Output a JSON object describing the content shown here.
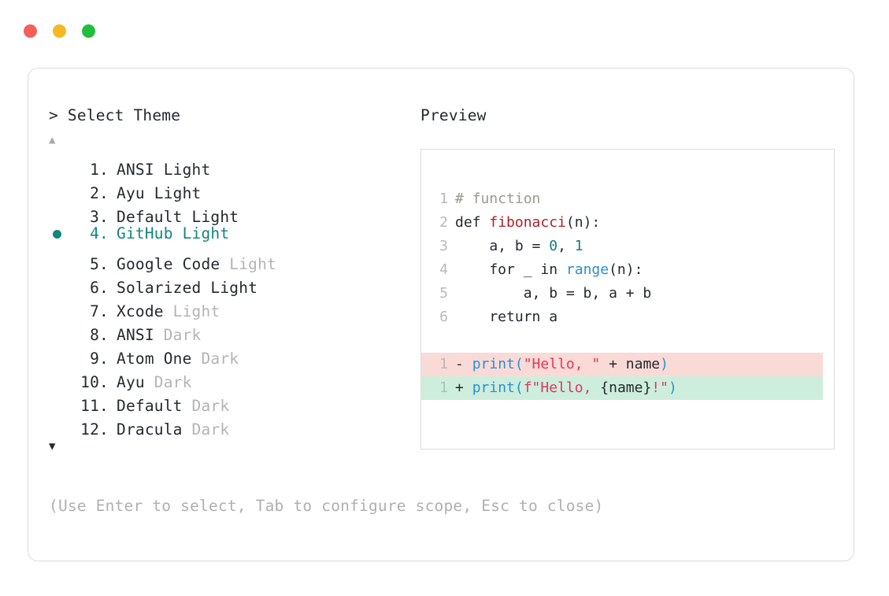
{
  "window": {
    "dots": [
      {
        "name": "close",
        "color": "#f5605a"
      },
      {
        "name": "minimize",
        "color": "#f6b723"
      },
      {
        "name": "maximize",
        "color": "#22bd3c"
      }
    ]
  },
  "prompt": {
    "text": "> Select Theme",
    "scroll_up": "▲",
    "scroll_down": "▼"
  },
  "themes": {
    "selected_index": 4,
    "items": [
      {
        "number": "1.",
        "name": "ANSI Light",
        "suffix": "",
        "selected": false
      },
      {
        "number": "2.",
        "name": "Ayu Light",
        "suffix": "",
        "selected": false
      },
      {
        "number": "3.",
        "name": "Default Light",
        "suffix": "",
        "selected": false
      },
      {
        "number": "4.",
        "name": "GitHub Light",
        "suffix": "",
        "selected": true
      },
      {
        "number": "5.",
        "name": "Google Code ",
        "suffix": "Light",
        "selected": false
      },
      {
        "number": "6.",
        "name": "Solarized Light",
        "suffix": "",
        "selected": false
      },
      {
        "number": "7.",
        "name": "Xcode ",
        "suffix": "Light",
        "selected": false
      },
      {
        "number": "8.",
        "name": "ANSI ",
        "suffix": "Dark",
        "selected": false
      },
      {
        "number": "9.",
        "name": "Atom One ",
        "suffix": "Dark",
        "selected": false
      },
      {
        "number": "10.",
        "name": "Ayu ",
        "suffix": "Dark",
        "selected": false
      },
      {
        "number": "11.",
        "name": "Default ",
        "suffix": "Dark",
        "selected": false
      },
      {
        "number": "12.",
        "name": "Dracula ",
        "suffix": "Dark",
        "selected": false
      }
    ]
  },
  "hint": {
    "text": "(Use Enter to select, Tab to configure scope, Esc to close)"
  },
  "preview": {
    "label": "Preview",
    "code_lines": [
      {
        "ln": "1",
        "tokens": [
          {
            "t": "# function",
            "c": "tok-comment"
          }
        ]
      },
      {
        "ln": "2",
        "tokens": [
          {
            "t": "def ",
            "c": "tok-plain"
          },
          {
            "t": "fibonacci",
            "c": "tok-func"
          },
          {
            "t": "(n):",
            "c": "tok-plain"
          }
        ]
      },
      {
        "ln": "3",
        "tokens": [
          {
            "t": "    a, b = ",
            "c": "tok-plain"
          },
          {
            "t": "0",
            "c": "tok-num"
          },
          {
            "t": ", ",
            "c": "tok-plain"
          },
          {
            "t": "1",
            "c": "tok-num"
          }
        ]
      },
      {
        "ln": "4",
        "tokens": [
          {
            "t": "    for _ in ",
            "c": "tok-plain"
          },
          {
            "t": "range",
            "c": "tok-builtin"
          },
          {
            "t": "(n):",
            "c": "tok-plain"
          }
        ]
      },
      {
        "ln": "5",
        "tokens": [
          {
            "t": "        a, b = b, a + b",
            "c": "tok-plain"
          }
        ]
      },
      {
        "ln": "6",
        "tokens": [
          {
            "t": "    return a",
            "c": "tok-plain"
          }
        ]
      }
    ],
    "diff_lines": [
      {
        "ln": "1",
        "kind": "removed",
        "sign": "-",
        "tokens": [
          {
            "t": "print",
            "c": "tok-blue"
          },
          {
            "t": "(",
            "c": "tok-blue"
          },
          {
            "t": "\"Hello, \"",
            "c": "tok-string"
          },
          {
            "t": " + name",
            "c": "tok-plain"
          },
          {
            "t": ")",
            "c": "tok-blue"
          }
        ]
      },
      {
        "ln": "1",
        "kind": "added",
        "sign": "+",
        "tokens": [
          {
            "t": "print",
            "c": "tok-blue"
          },
          {
            "t": "(",
            "c": "tok-blue"
          },
          {
            "t": "f\"Hello, ",
            "c": "tok-string"
          },
          {
            "t": "{name}",
            "c": "tok-plain"
          },
          {
            "t": "!\"",
            "c": "tok-string"
          },
          {
            "t": ")",
            "c": "tok-blue"
          }
        ]
      }
    ]
  },
  "colors": {
    "accent_teal": "#13867d",
    "diff_removed_bg": "#fadad7",
    "diff_added_bg": "#cdeedc",
    "border": "#dcdcdc",
    "text": "#24292e",
    "muted": "#b4b4b4"
  }
}
